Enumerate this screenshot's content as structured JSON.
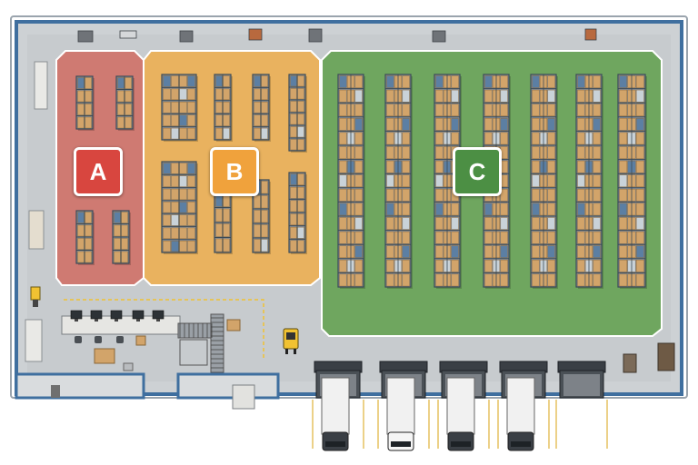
{
  "zones": [
    {
      "id": "A",
      "label": "A",
      "color": "#d8463f",
      "floor": "#cf7a72",
      "racks": 4
    },
    {
      "id": "B",
      "label": "B",
      "color": "#f0a23c",
      "floor": "#e9b25f",
      "racks": 8
    },
    {
      "id": "C",
      "label": "C",
      "color": "#4c8f44",
      "floor": "#6fa65f",
      "racks": 7
    }
  ],
  "colors": {
    "building_wall": "#3f6f9f",
    "warehouse_floor": "#c9cdd0",
    "rack_frame": "#3b4a56",
    "carton": "#d2a46a",
    "truck_cab": "#3a3f45",
    "truck_box": "#f1f1f1"
  },
  "docks": {
    "loading_bays": 5,
    "trucks_parked": 4
  },
  "icons": [
    "forklift-icon",
    "pallet-jack-icon",
    "conveyor-icon",
    "workstation-icon",
    "truck-icon"
  ]
}
